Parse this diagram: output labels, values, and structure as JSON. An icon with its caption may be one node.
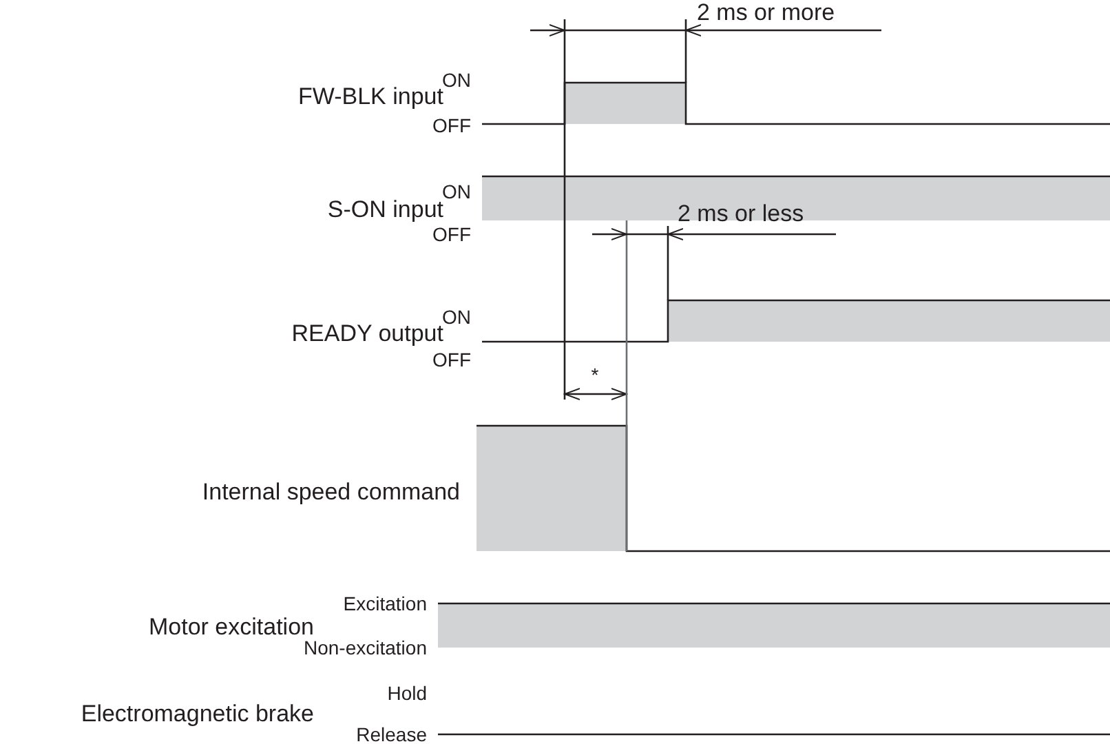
{
  "diagram": {
    "labels": [
      "2 ms or more",
      "FW-BLK input",
      "ON",
      "OFF",
      "S-ON input",
      "ON",
      "OFF",
      "2 ms or less",
      "READY output",
      "ON",
      "OFF",
      "*",
      "Internal speed command",
      "Motor excitation",
      "Excitation",
      "Non-excitation",
      "Electromagnetic brake",
      "Hold",
      "Release"
    ]
  }
}
